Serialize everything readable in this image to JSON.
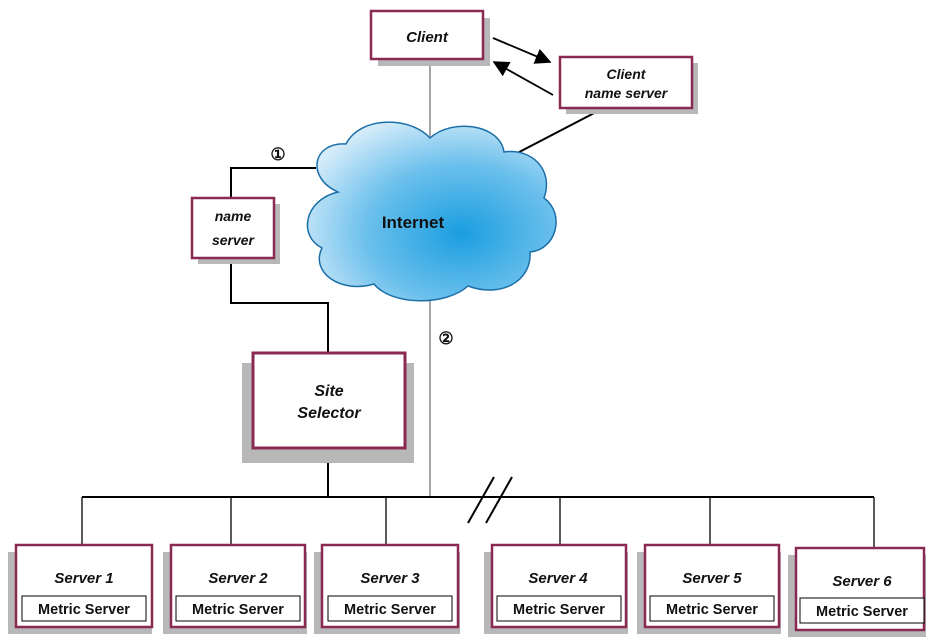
{
  "colors": {
    "box_border": "#8a2a52",
    "shadow": "#b8b8b8",
    "cloud_light": "#d6ecfa",
    "cloud_dark": "#1a9ee0",
    "cloud_outline": "#1b6fa8",
    "line_dark": "#000000",
    "line_gray": "#888888"
  },
  "client": {
    "label": "Client"
  },
  "client_name_server": {
    "line1": "Client",
    "line2": "name server"
  },
  "name_server": {
    "line1": "name",
    "line2": "server"
  },
  "internet": {
    "label": "Internet"
  },
  "site_selector": {
    "line1": "Site",
    "line2": "Selector"
  },
  "steps": {
    "step1": "①",
    "step2": "②"
  },
  "servers": [
    {
      "name": "Server 1",
      "metric": "Metric Server"
    },
    {
      "name": "Server 2",
      "metric": "Metric Server"
    },
    {
      "name": "Server 3",
      "metric": "Metric Server"
    },
    {
      "name": "Server 4",
      "metric": "Metric Server"
    },
    {
      "name": "Server 5",
      "metric": "Metric Server"
    },
    {
      "name": "Server 6",
      "metric": "Metric Server"
    }
  ]
}
